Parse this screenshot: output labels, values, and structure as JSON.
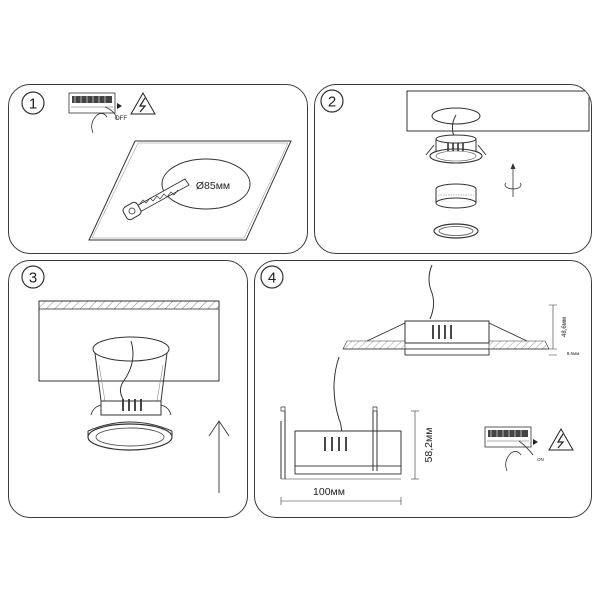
{
  "steps": [
    {
      "number": "1",
      "diameter": "Ø85мм",
      "switch_state": "OFF"
    },
    {
      "number": "2"
    },
    {
      "number": "3"
    },
    {
      "number": "4",
      "height_top": "48,6мм",
      "flange_depth": "9,6мм",
      "height_side": "58,2мм",
      "width": "100мм",
      "switch_state": "ON"
    }
  ],
  "icons": [
    "wall-switch-icon",
    "high-voltage-warning-icon",
    "rotate-icon",
    "up-arrow-icon",
    "wire-cutter-icon"
  ]
}
